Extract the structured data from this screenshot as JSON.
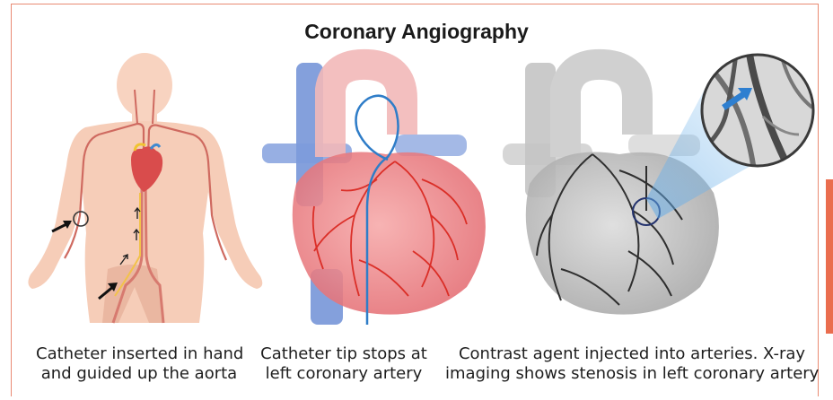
{
  "title": "Coronary Angiography",
  "panels": [
    {
      "line1": "Catheter inserted in hand",
      "line2": "and guided up the aorta"
    },
    {
      "line1": "Catheter tip stops at",
      "line2": "left coronary artery"
    },
    {
      "line1": "Contrast agent injected into arteries. X-ray",
      "line2": "imaging shows stenosis in left coronary artery"
    }
  ],
  "colors": {
    "frame": "#e98a73",
    "accent": "#ea6d4e",
    "body": "#f6cdb8",
    "artery_red": "#d9241c",
    "catheter_blue": "#2f7dc8",
    "arrow_blue": "#2e7fd0"
  }
}
